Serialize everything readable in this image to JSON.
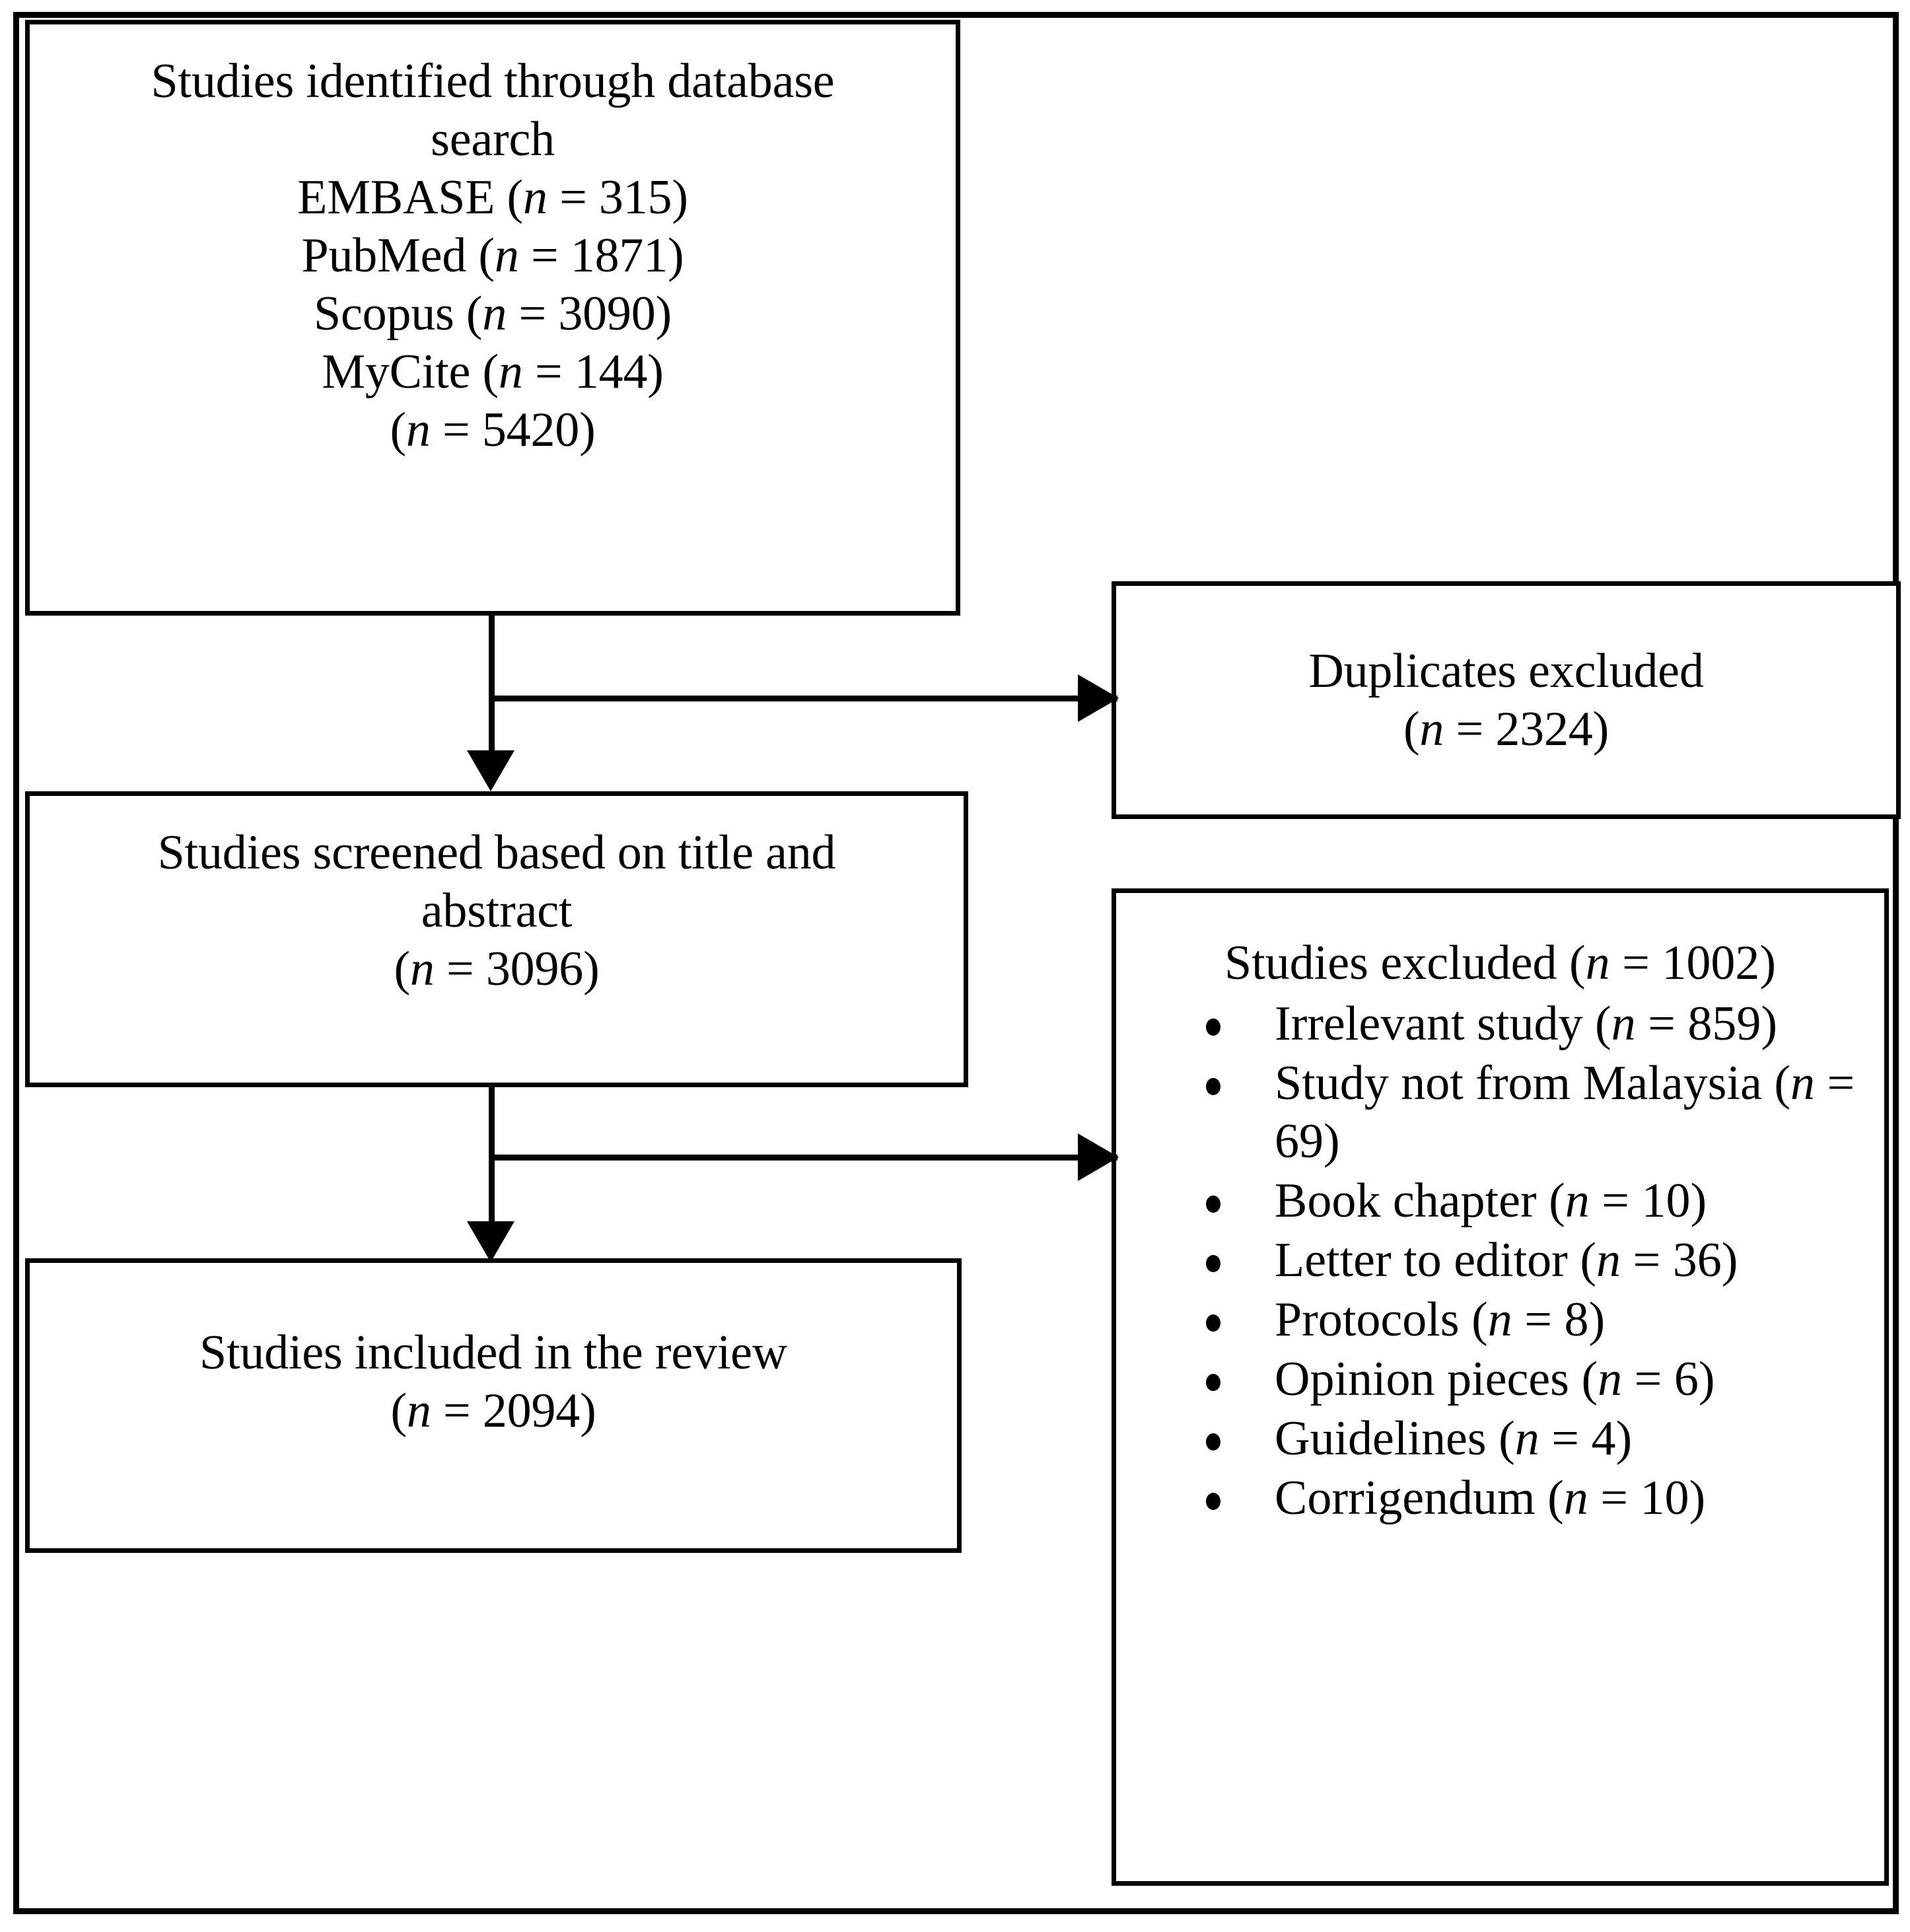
{
  "figure": {
    "type": "prisma-flow-diagram",
    "title": "PRISMA study selection flow diagram"
  },
  "boxes": {
    "identified": {
      "name": "studies-identified",
      "lines": [
        "Studies identified through database",
        "search"
      ],
      "sources": [
        {
          "label": "EMBASE",
          "n": "315"
        },
        {
          "label": "PubMed",
          "n": "1871"
        },
        {
          "label": "Scopus",
          "n": "3090"
        },
        {
          "label": "MyCite",
          "n": "144"
        }
      ],
      "total_n": "5420"
    },
    "screened": {
      "name": "studies-screened",
      "lines": [
        "Studies screened based on title and",
        "abstract"
      ],
      "n": "3096"
    },
    "included": {
      "name": "studies-included",
      "lines": [
        "Studies included in the review"
      ],
      "n": "2094"
    },
    "duplicates": {
      "name": "duplicates-excluded",
      "lines": [
        "Duplicates excluded"
      ],
      "n": "2324"
    },
    "excluded": {
      "name": "studies-excluded",
      "lines": [
        "Studies excluded"
      ],
      "n": "1002",
      "reasons": [
        {
          "label": "Irrelevant study",
          "n": "859"
        },
        {
          "label": "Study not from Malaysia",
          "n": "69"
        },
        {
          "label": "Book chapter",
          "n": "10"
        },
        {
          "label": "Letter to editor",
          "n": "36"
        },
        {
          "label": "Protocols",
          "n": "8"
        },
        {
          "label": "Opinion pieces",
          "n": "6"
        },
        {
          "label": "Guidelines",
          "n": "4"
        },
        {
          "label": "Corrigendum",
          "n": "10"
        }
      ]
    }
  },
  "connectors": [
    {
      "name": "identified-to-screened",
      "kind": "arrow-down"
    },
    {
      "name": "identified-to-duplicates",
      "kind": "arrow-right"
    },
    {
      "name": "screened-to-included",
      "kind": "arrow-down"
    },
    {
      "name": "screened-to-excluded",
      "kind": "arrow-right"
    }
  ],
  "style": {
    "line_color": "#000000",
    "box_fill": "#ffffff",
    "page_background": "#ffffff"
  }
}
